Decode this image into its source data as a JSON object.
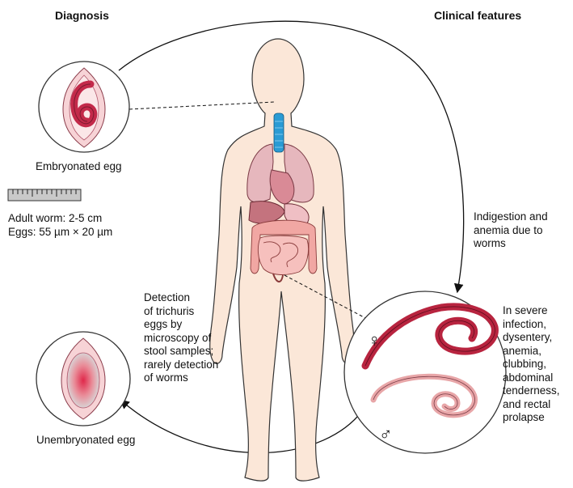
{
  "headers": {
    "diagnosis": "Diagnosis",
    "clinical": "Clinical features"
  },
  "eggs": {
    "embryonated_label": "Embryonated egg",
    "unembryonated_label": "Unembryonated egg"
  },
  "measurements": {
    "adult_worm": "Adult worm: 2-5 cm",
    "eggs": "Eggs: 55 µm × 20 µm"
  },
  "clinical_notes": {
    "indigestion": "Indigestion and\nanemia due to\nworms",
    "severe": "In severe\ninfection,\ndysentery,\nanemia,\nclubbing,\nabdominal\ntenderness,\nand rectal\nprolapse"
  },
  "diagnosis_note": "Detection\nof trichuris\neggs by\nmicroscopy of\nstool samples;\nrarely detection\nof worms",
  "worm_symbols": {
    "female": "♀",
    "male": "♂"
  },
  "colors": {
    "skin": "#fbe7d8",
    "worm_female": "#b8243f",
    "worm_male": "#e8a6a8",
    "egg_embryo": "#c32a4a",
    "egg_shell": "#f3c2c8",
    "trachea": "#2a9bd4",
    "lungs": "#e6b7bd",
    "intestine": "#f1a7a3"
  }
}
